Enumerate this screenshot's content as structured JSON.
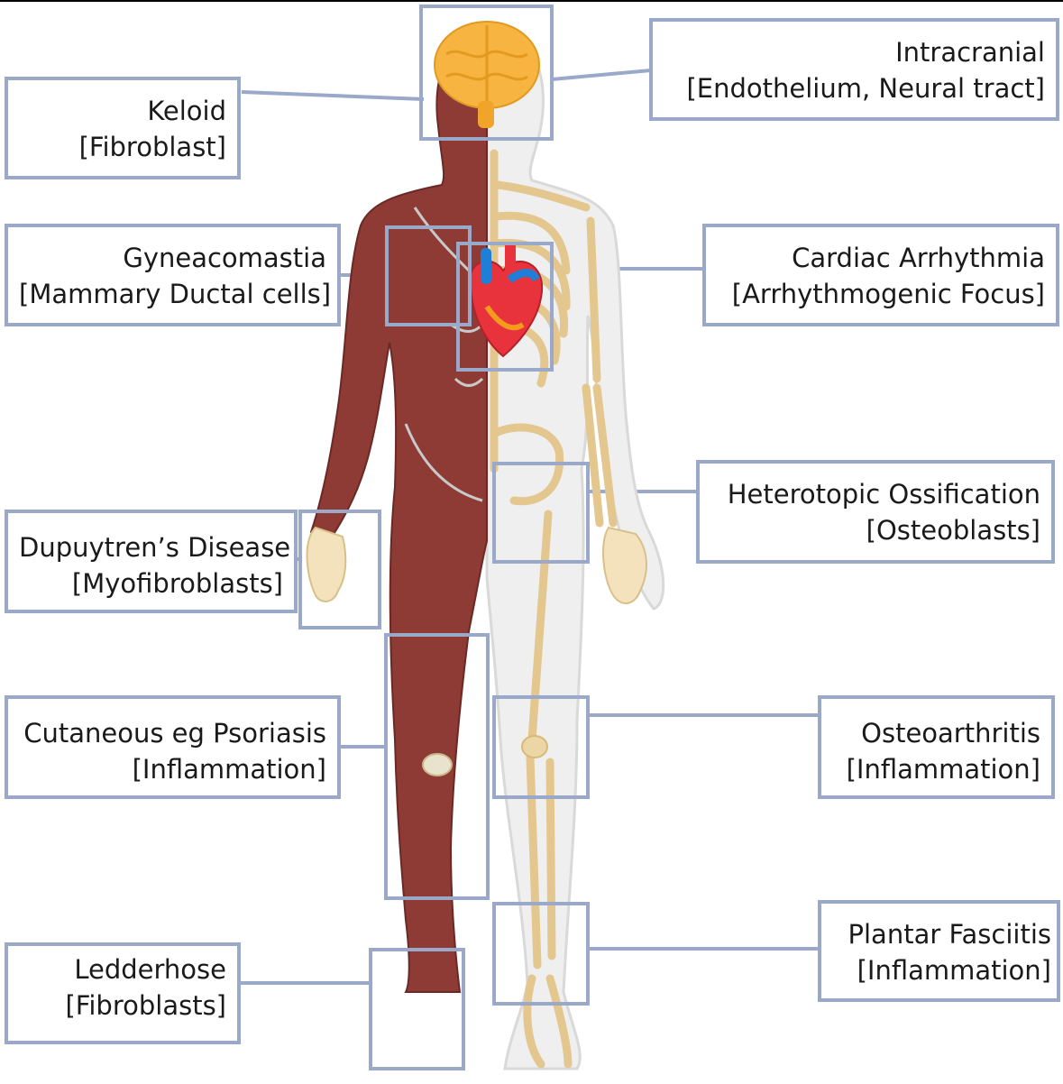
{
  "colors": {
    "box_border": "#9aa9c9",
    "connector": "#9aa9c9",
    "muscle": "#8e3b35",
    "bone": "#ecd6a5",
    "skin_outline": "#d4d4d4",
    "brain": "#f7b440",
    "heart": "#e8323c",
    "vessel_blue": "#1f7fd6"
  },
  "labels": {
    "keloid": {
      "name": "Keloid",
      "cell": "[Fibroblast]"
    },
    "intracranial": {
      "name": "Intracranial",
      "cell": "[Endothelium, Neural tract]"
    },
    "gyneacomastia": {
      "name": "Gyneacomastia",
      "cell": "[Mammary Ductal cells]"
    },
    "cardiac": {
      "name": "Cardiac Arrhythmia",
      "cell": "[Arrhythmogenic Focus]"
    },
    "heterotopic": {
      "name": "Heterotopic Ossification",
      "cell": "[Osteoblasts]"
    },
    "dupuytren": {
      "name": "Dupuytren’s Disease",
      "cell": "[Myofibroblasts]"
    },
    "cutaneous": {
      "name": "Cutaneous eg Psoriasis",
      "cell": "[Inflammation]"
    },
    "osteoarthritis": {
      "name": "Osteoarthritis",
      "cell": "[Inflammation]"
    },
    "ledderhose": {
      "name": "Ledderhose",
      "cell": "[Fibroblasts]"
    },
    "plantar": {
      "name": "Plantar Fasciitis",
      "cell": "[Inflammation]"
    }
  },
  "figure": {
    "left_half": "muscle",
    "right_half": "skeleton",
    "organs": [
      "brain-icon",
      "heart-icon"
    ]
  }
}
